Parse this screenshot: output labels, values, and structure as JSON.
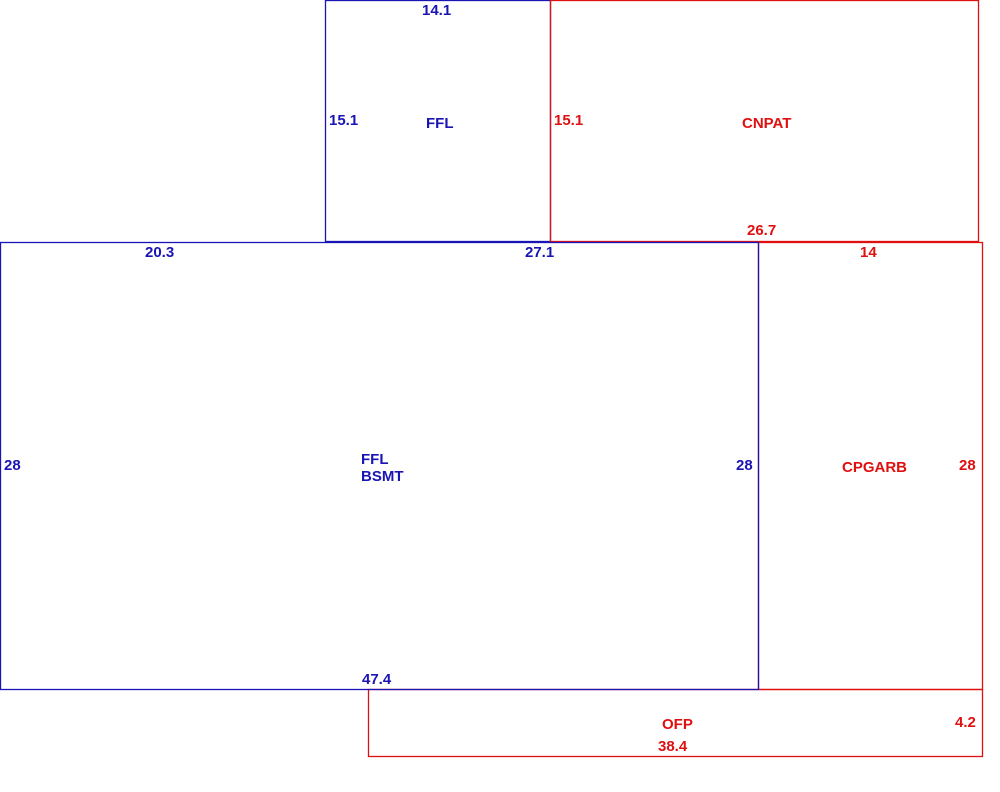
{
  "colors": {
    "living": "#1a14b4",
    "accessory": "#e01010"
  },
  "areas": [
    {
      "id": "ffl-upper",
      "label": "FFL",
      "category": "living",
      "dims": {
        "top": "14.1",
        "left": "15.1"
      }
    },
    {
      "id": "cnpat",
      "label": "CNPAT",
      "category": "accessory",
      "dims": {
        "left": "15.1",
        "bottom": "26.7"
      }
    },
    {
      "id": "ffl-bsmt",
      "label_line1": "FFL",
      "label_line2": "BSMT",
      "category": "living",
      "dims": {
        "top_left": "20.3",
        "top_right": "27.1",
        "left": "28",
        "right": "28",
        "bottom": "47.4"
      }
    },
    {
      "id": "cpgarb",
      "label": "CPGARB",
      "category": "accessory",
      "dims": {
        "top": "14",
        "right": "28"
      }
    },
    {
      "id": "ofp",
      "label": "OFP",
      "category": "accessory",
      "dims": {
        "right": "4.2",
        "bottom": "38.4"
      }
    }
  ]
}
